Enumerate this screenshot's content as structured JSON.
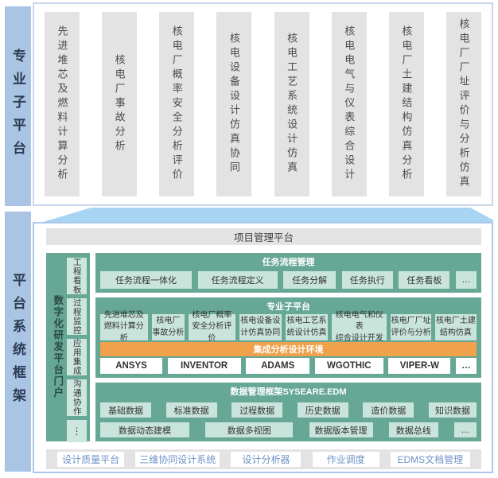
{
  "top_section": {
    "side_label": "专业子平台",
    "columns": [
      "先进堆芯及燃料计算分析",
      "核电厂事故分析",
      "核电厂概率安全分析评价",
      "核电设备设计仿真协同",
      "核电工艺系统设计仿真",
      "核电电气与仪表综合设计",
      "核电厂土建结构仿真分析",
      "核电厂厂址评价与分析仿真"
    ]
  },
  "bottom_section": {
    "side_label": "平台系统框架",
    "project_bar": "项目管理平台",
    "portal": {
      "title": "数字化研发平台门户",
      "items": [
        "工程看板",
        "过程监控",
        "应用集成",
        "沟通协作",
        "⋮"
      ]
    },
    "task_panel": {
      "title": "任务流程管理",
      "items": [
        "任务流程一体化",
        "任务流程定义",
        "任务分解",
        "任务执行",
        "任务看板",
        "…"
      ]
    },
    "sub_platform_panel": {
      "title": "专业子平台",
      "boxes": [
        {
          "line1": "先进堆芯及",
          "line2": "燃料计算分析"
        },
        {
          "line1": "核电厂",
          "line2": "事故分析"
        },
        {
          "line1": "核电厂概率",
          "line2": "安全分析评价"
        },
        {
          "line1": "核电设备设",
          "line2": "计仿真协同"
        },
        {
          "line1": "核电工艺系",
          "line2": "统设计仿真"
        },
        {
          "line1": "核电电气和仪表",
          "line2": "综合设计开发"
        },
        {
          "line1": "核电厂厂址",
          "line2": "评价与分析"
        },
        {
          "line1": "核电厂土建",
          "line2": "结构仿真"
        }
      ],
      "integration_bar": "集成分析设计环境",
      "software": [
        "ANSYS",
        "INVENTOR",
        "ADAMS",
        "WGOTHIC",
        "VIPER-W",
        "…"
      ]
    },
    "data_panel": {
      "title": "数据管理框架SYSEARE.EDM",
      "row1": [
        "基础数据",
        "标准数据",
        "过程数据",
        "历史数据",
        "造价数据",
        "知识数据"
      ],
      "row2": [
        "数据动态建模",
        "数据多视图",
        "数据版本管理",
        "数据总线",
        "…"
      ]
    },
    "bottom_bar": [
      "设计质量平台",
      "三维协同设计系统",
      "设计分析器",
      "作业调度",
      "EDMS文档管理"
    ]
  },
  "colors": {
    "side_label_bg": "#aac5e4",
    "band_blue": "#a8d4f4",
    "top_box_border": "#c7d7ec",
    "bottom_box_border": "#abc8ec",
    "teal_panel": "#66a795",
    "light_teal_box": "#c9e4db",
    "portal_box": "#cde7de",
    "orange_bar": "#f0a14b",
    "gray_bar": "#e3e3e3",
    "bottom_link_blue": "#6e93c6"
  }
}
